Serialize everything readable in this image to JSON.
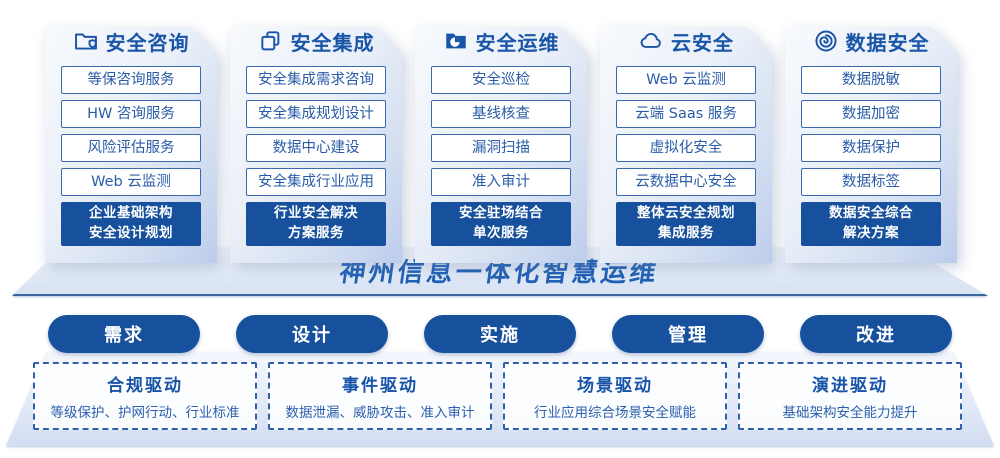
{
  "diagram": {
    "columns": [
      {
        "title": "安全咨询",
        "icon": "folder-shield-icon",
        "items": [
          "等保咨询服务",
          "HW 咨询服务",
          "风险评估服务",
          "Web 云监测"
        ],
        "highlight": [
          "企业基础架构",
          "安全设计规划"
        ]
      },
      {
        "title": "安全集成",
        "icon": "documents-icon",
        "items": [
          "安全集成需求咨询",
          "安全集成规划设计",
          "数据中心建设",
          "安全集成行业应用"
        ],
        "highlight": [
          "行业安全解决",
          "方案服务"
        ]
      },
      {
        "title": "安全运维",
        "icon": "folder-clock-icon",
        "items": [
          "安全巡检",
          "基线核查",
          "漏洞扫描",
          "准入审计"
        ],
        "highlight": [
          "安全驻场结合",
          "单次服务"
        ]
      },
      {
        "title": "云安全",
        "icon": "cloud-icon",
        "items": [
          "Web 云监测",
          "云端 Saas 服务",
          "虚拟化安全",
          "云数据中心安全"
        ],
        "highlight": [
          "整体云安全规划",
          "集成服务"
        ]
      },
      {
        "title": "数据安全",
        "icon": "fingerprint-icon",
        "items": [
          "数据脱敏",
          "数据加密",
          "数据保护",
          "数据标签"
        ],
        "highlight": [
          "数据安全综合",
          "解决方案"
        ]
      }
    ],
    "banner": {
      "title": "神州信息一体化智慧运维"
    },
    "process": [
      "需求",
      "设计",
      "实施",
      "管理",
      "改进"
    ],
    "drivers": [
      {
        "title": "合规驱动",
        "desc": "等级保护、护网行动、行业标准"
      },
      {
        "title": "事件驱动",
        "desc": "数据泄漏、威胁攻击、准入审计"
      },
      {
        "title": "场景驱动",
        "desc": "行业应用综合场景安全赋能"
      },
      {
        "title": "演进驱动",
        "desc": "基础架构安全能力提升"
      }
    ],
    "colors": {
      "primary_dark_blue": "#17509d",
      "box_border_blue": "#3b69b0",
      "box_text_blue": "#2a5ca9",
      "banner_text_blue": "#1f5fb4"
    }
  }
}
